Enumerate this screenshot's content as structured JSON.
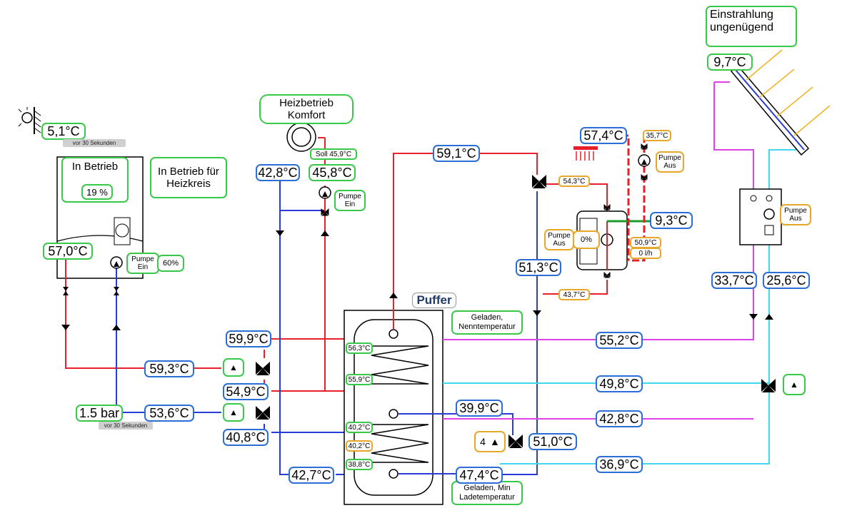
{
  "outdoor": {
    "temp": "5,1°C",
    "age": "vor 30 Sekunden"
  },
  "boiler": {
    "status": "In Betrieb",
    "modulation": "19 %",
    "heating_status": "In Betrieb für Heizkreis",
    "flow_temp": "57,0°C",
    "pump_status": "Pumpe Ein",
    "pump_speed": "60%"
  },
  "heating_circuit": {
    "mode": "Heizbetrieb Komfort",
    "setpoint": "Soll 45,9°C",
    "return_temp": "42,8°C",
    "flow_temp": "45,8°C",
    "pump_status": "Pumpe Ein"
  },
  "boiler_line": {
    "flow_temp": "59,3°C",
    "return_temp": "53,6°C",
    "pressure": "1.5 bar",
    "pressure_age": "vor 30 Sekunden"
  },
  "manifold": {
    "t1": "59,9°C",
    "t2": "54,9°C",
    "t3": "40,8°C",
    "t4": "42,7°C"
  },
  "buffer": {
    "title": "Puffer",
    "status_top": "Geladen, Nenntemperatur",
    "status_bottom": "Geladen, Min Ladetemperatur",
    "sensors": [
      "56,3°C",
      "55,9°C",
      "40,2°C",
      "40,2°C",
      "38,8°C"
    ]
  },
  "dhw": {
    "supply_temp": "59,1°C",
    "shower_temp": "57,4°C",
    "cold_temp": "9,3°C",
    "mix_temp": "54,3°C",
    "circ_temp": "35,7°C",
    "circ_pump": "Pumpe Aus",
    "hx_pump": "Pumpe Aus",
    "hx_percent": "0%",
    "hx_temp": "50,9°C",
    "flow": "0 l/h",
    "return_temp": "51,3°C",
    "return_small": "43,7°C"
  },
  "solar": {
    "status": "Einstrahlung ungenügend",
    "collector_temp": "9,7°C",
    "pump_status": "Pumpe Aus",
    "return_temp": "33,7°C",
    "flow_temp": "25,6°C",
    "line1": "55,2°C",
    "line2": "49,8°C",
    "line3": "42,8°C",
    "line4": "36,9°C"
  },
  "lower_coil": {
    "in_temp": "39,9°C",
    "out_temp": "47,4°C",
    "valve_temp": "51,0°C",
    "count": "4"
  },
  "colors": {
    "hot": "#e8202a",
    "cold": "#2a3cd6",
    "solar_hot": "#e040e8",
    "solar_cold": "#40d8f0",
    "blue_box": "#2b6fd6",
    "green_box": "#39c94a",
    "orange_box": "#e6a72a"
  }
}
